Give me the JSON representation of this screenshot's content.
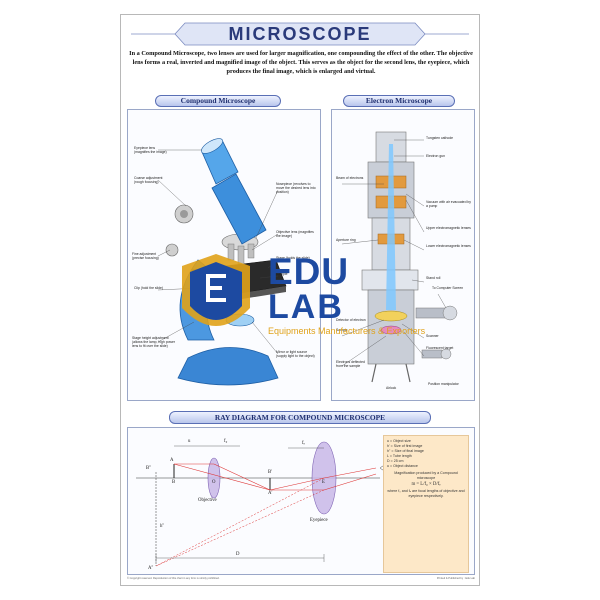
{
  "poster": {
    "title": "MICROSCOPE",
    "intro": "In a Compound Microscope, two lenses are used for larger magnification, one compounding the effect of the other. The objective lens forms a real, inverted and magnified image of the object. This serves as the object for the second lens, the eyepiece, which produces the final image, which is enlarged and virtual."
  },
  "compound": {
    "heading": "Compound Microscope",
    "labels": {
      "eyepiece": "Eyepiece lens (magnifies the image)",
      "coarse": "Coarse adjustment (rough focusing)",
      "nosepiece": "Nosepiece (revolves to move the desired lens into position)",
      "objective": "Objective lens (magnifies the image)",
      "fine": "Fine adjustment (precise focusing)",
      "stage": "Stage (holds the slide)",
      "sample": "Sample",
      "clip": "Clip (hold the slide)",
      "stage_height": "Stage height adjustment (allows the lamp, high power lens to fit over the slide)",
      "mirror": "Mirror or light source (supply light to the object)"
    }
  },
  "electron": {
    "heading": "Electron Microscope",
    "labels": {
      "tungsten": "Tungsten cathode",
      "electron_gun": "Electron gun",
      "beam": "Beam of electrons",
      "vacuum": "Vacuum with air evacuated by a pump",
      "upper": "Upper electromagnetic lenses",
      "lower": "Lower electromagnetic lenses",
      "aperture": "Aperture ring",
      "stand": "Stand roll",
      "computer": "To Computer Screen",
      "detector": "Detector of electron",
      "sample": "Sample",
      "scanner": "Scanner",
      "fluorescent": "Fluorescent target",
      "electrons_deflected": "Electrons deflected from the sample",
      "airlock": "Airlock",
      "position": "Position manipulator"
    }
  },
  "ray": {
    "heading": "RAY DIAGRAM FOR COMPOUND MICROSCOPE",
    "labels": {
      "u": "u",
      "fo": "f₀",
      "fe": "fₑ",
      "objective": "Objective",
      "eyepiece": "Eyepiece",
      "b2": "B''",
      "a1": "A",
      "b1": "B",
      "b_prime": "B'",
      "a_prime": "A'",
      "o": "O",
      "e": "E",
      "d": "D",
      "a2": "A''",
      "h2": "h''"
    },
    "legend": {
      "rows": [
        "u = Object size",
        "h' = Size of first image",
        "h'' = Size of final image",
        "L = Tube length",
        "D = 25 cm",
        "u = Object distance"
      ],
      "para1": "Magnification produced by a Compound microscope",
      "formula": "m = L/f₀ × D/fₑ",
      "para2": "where f₀ and fₑ are focal lengths of objective and eyepiece respectively."
    }
  },
  "watermark": {
    "line1": "EDU",
    "line2": "LAB",
    "tagline": "Equipments Manufacturers & Exporters"
  },
  "footer": {
    "left": "© Copyright reserved. Reproduction of this chart in any form is strictly prohibited.",
    "right": "Printed & Published by : Edu Lab"
  },
  "colors": {
    "accent": "#2a3a7a",
    "microscope_blue": "#2f8fdc",
    "legend_bg": "#fde8c8",
    "watermark_blue": "#1d4aa1",
    "watermark_gold": "#e0a21a"
  }
}
